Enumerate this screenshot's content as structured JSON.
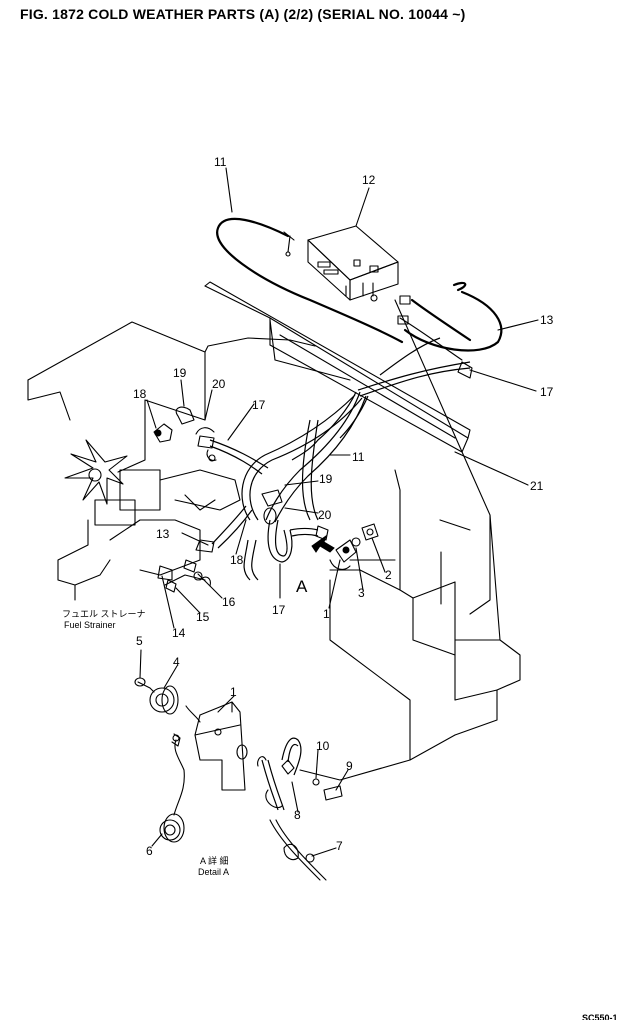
{
  "figure": {
    "title": "FIG. 1872    COLD WEATHER PARTS (A) (2/2) (SERIAL NO. 10044 ~)",
    "doc_code": "SC550-1"
  },
  "callouts": [
    {
      "id": "11",
      "label": "11"
    },
    {
      "id": "12",
      "label": "12"
    },
    {
      "id": "13",
      "label": "13"
    },
    {
      "id": "17",
      "label": "17"
    },
    {
      "id": "21",
      "label": "21"
    },
    {
      "id": "18",
      "label": "18"
    },
    {
      "id": "19",
      "label": "19"
    },
    {
      "id": "20",
      "label": "20"
    },
    {
      "id": "17b",
      "label": "17"
    },
    {
      "id": "11b",
      "label": "11"
    },
    {
      "id": "19b",
      "label": "19"
    },
    {
      "id": "20b",
      "label": "20"
    },
    {
      "id": "13b",
      "label": "13"
    },
    {
      "id": "18b",
      "label": "18"
    },
    {
      "id": "17c",
      "label": "17"
    },
    {
      "id": "16",
      "label": "16"
    },
    {
      "id": "15",
      "label": "15"
    },
    {
      "id": "14",
      "label": "14"
    },
    {
      "id": "1",
      "label": "1"
    },
    {
      "id": "3",
      "label": "3"
    },
    {
      "id": "2",
      "label": "2"
    },
    {
      "id": "5",
      "label": "5"
    },
    {
      "id": "4",
      "label": "4"
    },
    {
      "id": "1b",
      "label": "1"
    },
    {
      "id": "10",
      "label": "10"
    },
    {
      "id": "9",
      "label": "9"
    },
    {
      "id": "8",
      "label": "8"
    },
    {
      "id": "7",
      "label": "7"
    },
    {
      "id": "6",
      "label": "6"
    }
  ],
  "annotations": {
    "view_marker": "A",
    "fuel_strainer_jp": "フュエル ストレーナ",
    "fuel_strainer_en": "Fuel Strainer",
    "detail_jp": "A 詳 細",
    "detail_en": "Detail A"
  }
}
